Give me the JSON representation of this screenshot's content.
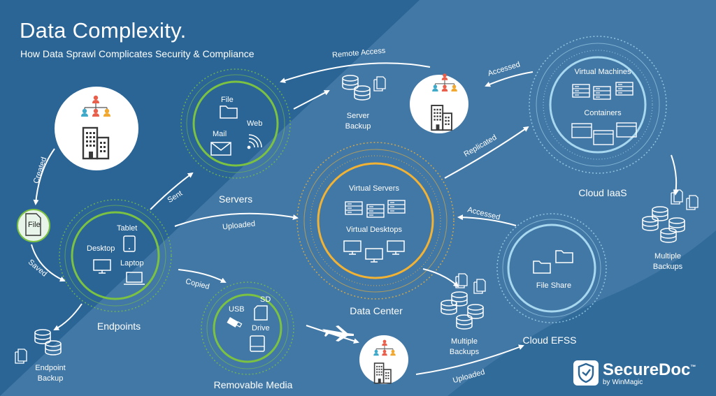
{
  "header": {
    "title": "Data Complexity.",
    "subtitle": "How Data Sprawl Complicates Security & Compliance"
  },
  "nodes": {
    "file": "File",
    "endpoints": {
      "title": "Endpoints",
      "tablet": "Tablet",
      "desktop": "Desktop",
      "laptop": "Laptop"
    },
    "endpoint_backup": "Endpoint\nBackup",
    "servers": {
      "title": "Servers",
      "file": "File",
      "mail": "Mail",
      "web": "Web"
    },
    "server_backup": "Server\nBackup",
    "removable_media": {
      "title": "Removable Media",
      "usb": "USB",
      "sd": "SD",
      "drive": "Drive"
    },
    "data_center": {
      "title": "Data Center",
      "virtual_servers": "Virtual Servers",
      "virtual_desktops": "Virtual Desktops"
    },
    "dc_backups": "Multiple\nBackups",
    "cloud_iaas": {
      "title": "Cloud IaaS",
      "virtual_machines": "Virtual Machines",
      "containers": "Containers"
    },
    "iaas_backups": "Multiple\nBackups",
    "cloud_efss": {
      "title": "Cloud EFSS",
      "file_share": "File Share"
    }
  },
  "flows": {
    "created": "Created",
    "saved": "Saved",
    "sent": "Sent",
    "uploaded_dc": "Uploaded",
    "copied": "Copied",
    "remote_access": "Remote Access",
    "accessed_iaas": "Accessed",
    "replicated": "Replicated",
    "accessed_efss": "Accessed",
    "uploaded_efss": "Uploaded"
  },
  "logo": {
    "name": "SecureDoc",
    "trademark": "™",
    "by": "by WinMagic"
  },
  "colors": {
    "background": "#2a6596",
    "green_ring": "#7bc142",
    "yellow_ring": "#f2b233",
    "blue_ring": "#a8d8f0",
    "person_red": "#e8604c",
    "person_teal": "#3fa9c9",
    "person_orange": "#f0a830"
  }
}
